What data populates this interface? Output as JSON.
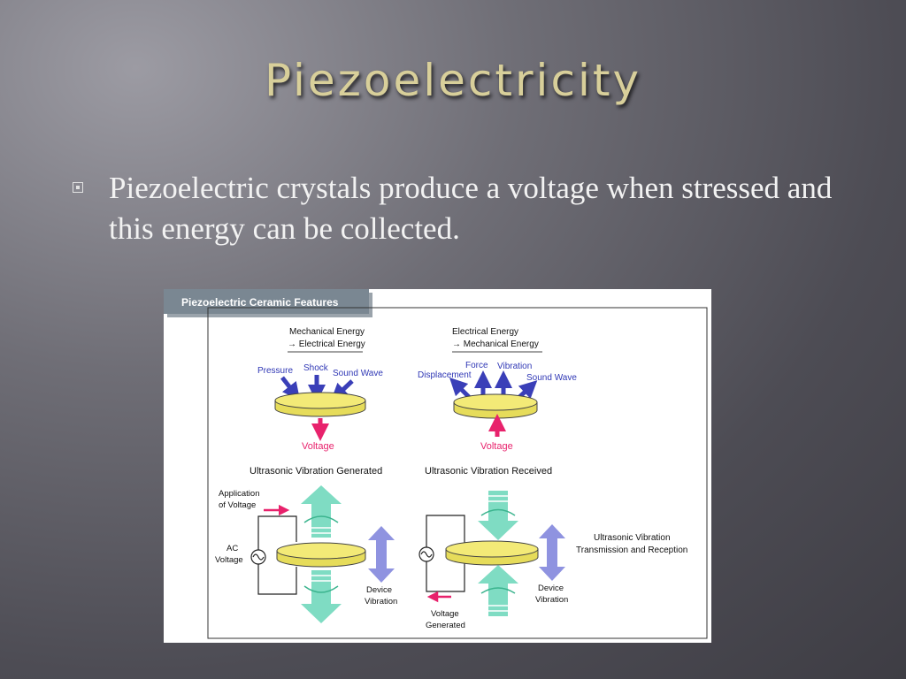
{
  "slide": {
    "title": "Piezoelectricity",
    "bullets": [
      "Piezoelectric crystals produce a voltage when stressed and this energy can be collected."
    ]
  },
  "figure": {
    "header": "Piezoelectric Ceramic Features",
    "left_panel": {
      "conversion_line1": "Mechanical Energy",
      "conversion_line2": "→ Electrical Energy",
      "inputs": [
        "Pressure",
        "Shock",
        "Sound Wave"
      ],
      "output": "Voltage"
    },
    "right_panel": {
      "conversion_line1": "Electrical Energy",
      "conversion_line2": "→ Mechanical Energy",
      "outputs": [
        "Displacement",
        "Force",
        "Vibration",
        "Sound Wave"
      ],
      "input": "Voltage"
    },
    "generated": {
      "caption": "Ultrasonic Vibration Generated",
      "application_line1": "Application",
      "application_line2": "of Voltage",
      "ac_line1": "AC",
      "ac_line2": "Voltage",
      "device_line1": "Device",
      "device_line2": "Vibration"
    },
    "received": {
      "caption": "Ultrasonic Vibration Received",
      "voltage_line1": "Voltage",
      "voltage_line2": "Generated",
      "device_line1": "Device",
      "device_line2": "Vibration"
    },
    "side_label_line1": "Ultrasonic Vibration",
    "side_label_line2": "Transmission and Reception",
    "colors": {
      "disc": "#f3ea77",
      "force_arrow": "#3a3fb8",
      "voltage": "#e8226c",
      "wave_arrow": "#7fdcc3",
      "device_arrow": "#8f93e0"
    }
  }
}
